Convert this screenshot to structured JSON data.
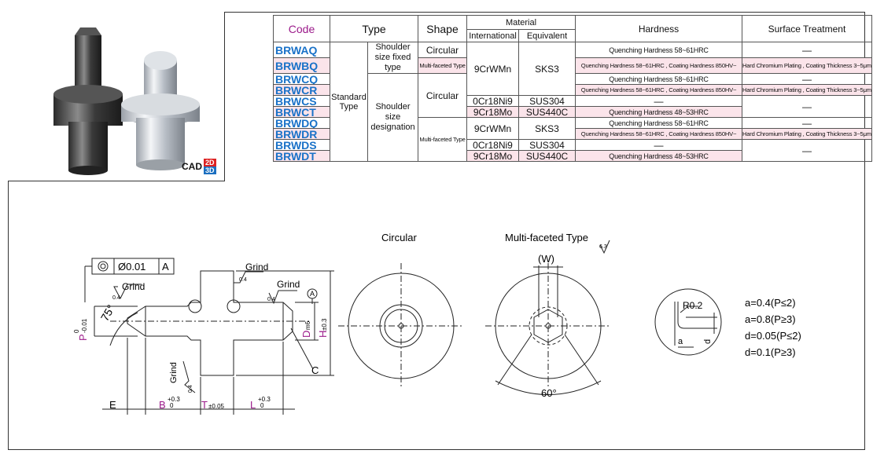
{
  "cad_badge": {
    "label": "CAD",
    "d2": "2D",
    "d3": "3D"
  },
  "table": {
    "headers": {
      "code": "Code",
      "type": "Type",
      "shape": "Shape",
      "material": "Material",
      "international": "International",
      "equivalent": "Equivalent",
      "hardness": "Hardness",
      "surface": "Surface Treatment"
    },
    "type_standard": "Standard Type",
    "type_fixed": "Shoulder size fixed type",
    "type_designation": "Shoulder size designation",
    "shape_circular": "Circular",
    "shape_multi": "Multi-faceted Type",
    "mat_9crwmn": "9CrWMn",
    "mat_sks3": "SKS3",
    "mat_0cr18ni9": "0Cr18Ni9",
    "mat_sus304": "SUS304",
    "mat_9cr18mo": "9Cr18Mo",
    "mat_sus440c": "SUS440C",
    "hard_q": "Quenching Hardness 58~61HRC",
    "hard_qc": "Quenching Hardness 58~61HRC , Coating Hardness 850HV~",
    "hard_q48": "Quenching Hardness 48~53HRC",
    "dash": "—",
    "surf_cr": "Hard Chromium Plating , Coating Thickness 3~5μm",
    "codes": [
      "BRWAQ",
      "BRWBQ",
      "BRWCQ",
      "BRWCR",
      "BRWCS",
      "BRWCT",
      "BRWDQ",
      "BRWDR",
      "BRWDS",
      "BRWDT"
    ]
  },
  "drawing": {
    "circular_label": "Circular",
    "multi_label": "Multi-faceted Type",
    "roughness_63": "6.3",
    "w_label": "(W)",
    "angle_60": "60°",
    "tolerance_value": "Ø0.01",
    "datum_a": "A",
    "grind": "Grind",
    "roughness_04": "0.4",
    "angle_75": "75°",
    "p_letter": "P",
    "p_tol_top": "0",
    "p_tol_bot": "-0.01",
    "dm6": "D",
    "dm6_sub": "m6",
    "h_letter": "H",
    "h_tol": "±0.3",
    "c_letter": "C",
    "e_letter": "E",
    "b_letter": "B",
    "b_tol_top": "+0.3",
    "b_tol_bot": "0",
    "t_letter": "T",
    "t_tol": "±0.05",
    "l_letter": "L",
    "l_tol_top": "+0.3",
    "l_tol_bot": "0",
    "r02": "R0.2",
    "a_small": "a",
    "d_small": "d",
    "notes": [
      "a=0.4(P≤2)",
      "a=0.8(P≥3)",
      "d=0.05(P≤2)",
      "d=0.1(P≥3)"
    ]
  }
}
